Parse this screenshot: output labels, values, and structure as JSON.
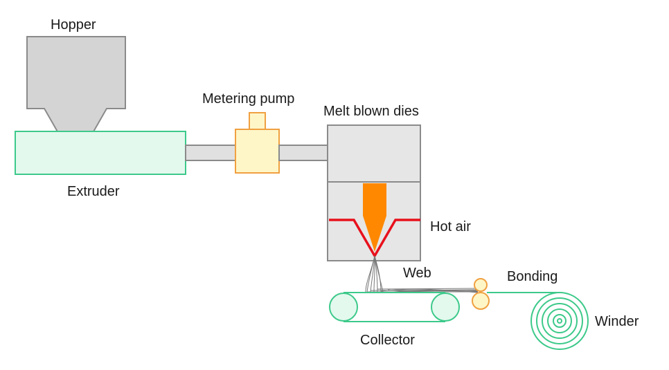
{
  "labels": {
    "hopper": "Hopper",
    "extruder": "Extruder",
    "metering_pump": "Metering pump",
    "melt_blown_dies": "Melt blown dies",
    "hot_air": "Hot air",
    "web": "Web",
    "bonding": "Bonding",
    "collector": "Collector",
    "winder": "Winder"
  },
  "colors": {
    "hopper_fill": "#d4d4d4",
    "hopper_stroke": "#8a8a8a",
    "extruder_fill": "#e3f9ee",
    "extruder_stroke": "#3cc98a",
    "pump_fill": "#fff6c8",
    "pump_stroke": "#f0a040",
    "die_fill": "#e6e6e6",
    "die_stroke": "#8a8a8a",
    "nozzle": "#ff8800",
    "hot_air": "#e8101c",
    "collector_stroke": "#3cc98a",
    "bonding_roller": "#f0a040",
    "winder_stroke": "#3cc98a",
    "fiber": "#777777"
  }
}
